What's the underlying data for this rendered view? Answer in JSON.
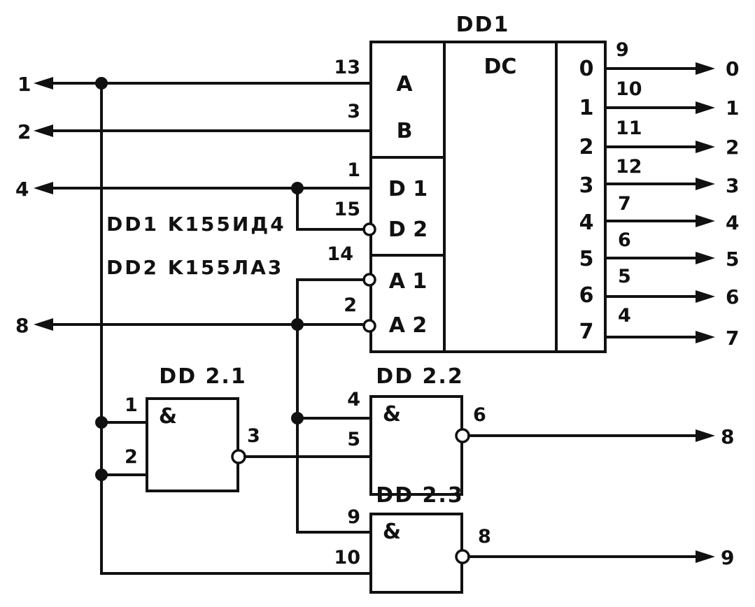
{
  "decoder": {
    "name": "DD1",
    "function": "DC",
    "address_inputs": [
      {
        "label": "A",
        "pin": "13"
      },
      {
        "label": "B",
        "pin": "3"
      }
    ],
    "data_inputs": [
      {
        "label": "D 1",
        "pin": "1"
      },
      {
        "label": "D 2",
        "pin": "15"
      }
    ],
    "strobe_inputs": [
      {
        "label": "A 1",
        "pin": "14"
      },
      {
        "label": "A 2",
        "pin": "2"
      }
    ],
    "outputs": [
      {
        "label": "0",
        "pin": "9",
        "net": "0"
      },
      {
        "label": "1",
        "pin": "10",
        "net": "1"
      },
      {
        "label": "2",
        "pin": "11",
        "net": "2"
      },
      {
        "label": "3",
        "pin": "12",
        "net": "3"
      },
      {
        "label": "4",
        "pin": "7",
        "net": "4"
      },
      {
        "label": "5",
        "pin": "6",
        "net": "5"
      },
      {
        "label": "6",
        "pin": "5",
        "net": "6"
      },
      {
        "label": "7",
        "pin": "4",
        "net": "7"
      }
    ]
  },
  "inputs": [
    {
      "net": "1"
    },
    {
      "net": "2"
    },
    {
      "net": "4"
    },
    {
      "net": "8"
    }
  ],
  "parts_list": [
    "DD1  K155ИД4",
    "DD2  K155ЛА3"
  ],
  "gates": [
    {
      "name": "DD 2.1",
      "symbol": "&",
      "in1_pin": "1",
      "in2_pin": "2",
      "out_pin": "3"
    },
    {
      "name": "DD 2.2",
      "symbol": "&",
      "in1_pin": "4",
      "in2_pin": "5",
      "out_pin": "6",
      "out_net": "8"
    },
    {
      "name": "DD 2.3",
      "symbol": "&",
      "in1_pin": "9",
      "in2_pin": "10",
      "out_pin": "8",
      "out_net": "9"
    }
  ],
  "colors": {
    "ink": "#111111",
    "paper": "#ffffff"
  }
}
